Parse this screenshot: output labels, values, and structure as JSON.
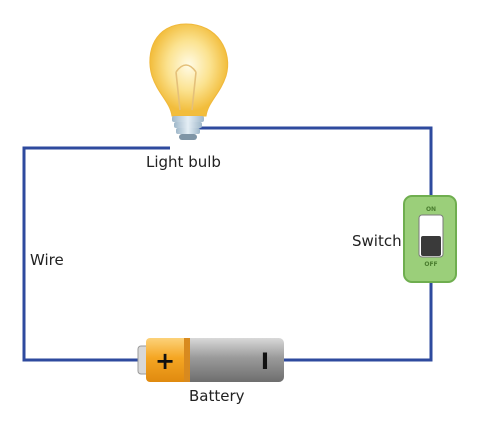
{
  "labels": {
    "light_bulb": "Light bulb",
    "switch": "Switch",
    "wire": "Wire",
    "battery": "Battery"
  },
  "switch": {
    "on_text": "ON",
    "off_text": "OFF",
    "state": "off"
  },
  "battery": {
    "positive_symbol": "+",
    "negative_symbol": "I"
  },
  "colors": {
    "wire": "#2e4a9e",
    "switch_body": "#9bcf7a",
    "switch_border": "#6fae4f",
    "bulb_glow": "#fde8a0",
    "bulb_glass": "#f7c948",
    "battery_orange": "#f5a623",
    "battery_gray": "#9a9a9a"
  }
}
